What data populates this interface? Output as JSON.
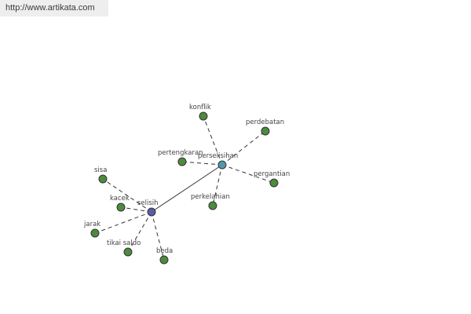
{
  "watermark": {
    "url": "http://www.artikata.com"
  },
  "colors": {
    "hub": "#5b5ba8",
    "hub_secondary": "#4f9aa8",
    "leaf": "#4e8a3e",
    "edge": "#333333"
  },
  "graph": {
    "nodes": [
      {
        "id": "selisih",
        "label": "selisih",
        "kind": "hub"
      },
      {
        "id": "perselisihan",
        "label": "perselisihan",
        "kind": "hub_secondary"
      },
      {
        "id": "konflik",
        "label": "konflik",
        "kind": "leaf"
      },
      {
        "id": "perdebatan",
        "label": "perdebatan",
        "kind": "leaf"
      },
      {
        "id": "pertengkaran",
        "label": "pertengkaran",
        "kind": "leaf"
      },
      {
        "id": "pergantian",
        "label": "pergantian",
        "kind": "leaf"
      },
      {
        "id": "perkelahian",
        "label": "perkelahian",
        "kind": "leaf"
      },
      {
        "id": "sisa",
        "label": "sisa",
        "kind": "leaf"
      },
      {
        "id": "kacek",
        "label": "kacek",
        "kind": "leaf"
      },
      {
        "id": "jarak",
        "label": "jarak",
        "kind": "leaf"
      },
      {
        "id": "tikai-saldo",
        "label": "tikai saldo",
        "kind": "leaf"
      },
      {
        "id": "beda",
        "label": "beda",
        "kind": "leaf"
      }
    ],
    "edges": [
      {
        "from": "selisih",
        "to": "perselisihan",
        "style": "solid"
      },
      {
        "from": "perselisihan",
        "to": "konflik",
        "style": "dashed"
      },
      {
        "from": "perselisihan",
        "to": "perdebatan",
        "style": "dashed"
      },
      {
        "from": "perselisihan",
        "to": "pertengkaran",
        "style": "dashed"
      },
      {
        "from": "perselisihan",
        "to": "pergantian",
        "style": "dashed"
      },
      {
        "from": "perselisihan",
        "to": "perkelahian",
        "style": "dashed"
      },
      {
        "from": "selisih",
        "to": "sisa",
        "style": "dashed"
      },
      {
        "from": "selisih",
        "to": "kacek",
        "style": "dashed"
      },
      {
        "from": "selisih",
        "to": "jarak",
        "style": "dashed"
      },
      {
        "from": "selisih",
        "to": "tikai-saldo",
        "style": "dashed"
      },
      {
        "from": "selisih",
        "to": "beda",
        "style": "dashed"
      }
    ]
  }
}
